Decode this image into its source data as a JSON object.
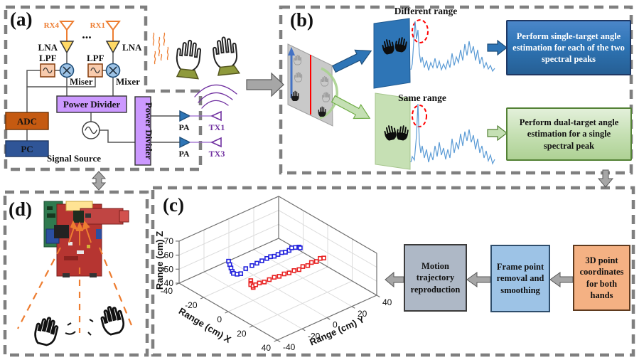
{
  "panel_a": {
    "label": "(a)",
    "rx4": "RX4",
    "rx1": "RX1",
    "dots": "...",
    "lna": "LNA",
    "lpf": "LPF",
    "mixer_left": "Miser",
    "mixer_right": "Mixer",
    "power_divider": "Power Divider",
    "power_divider_vertical": "Power Divider",
    "adc": "ADC",
    "pc": "PC",
    "signal_source": "Signal Source",
    "pa": "PA",
    "tx1": "TX1",
    "tx3": "TX3"
  },
  "panel_b": {
    "label": "(b)",
    "different_range_label": "Different range",
    "same_range_label": "Same range",
    "single_target_box": "Perform single-target angle estimation for each of the two spectral peaks",
    "dual_target_box": "Perform dual-target angle estimation for a single spectral peak"
  },
  "panel_c": {
    "label": "(c)",
    "flow_boxes": [
      {
        "id": "motion-trajectory",
        "label": "Motion trajectory reproduction",
        "color": "#aeb8c6"
      },
      {
        "id": "frame-point",
        "label": "Frame point removal and smoothing",
        "color": "#9dc3e6"
      },
      {
        "id": "point-coordinates",
        "label": "3D point coordinates for both hands",
        "color": "#f4b183"
      }
    ]
  },
  "panel_d": {
    "label": "(d)"
  },
  "chart_data": {
    "type": "scatter",
    "projection": "3d",
    "title": "",
    "xlabel": "Range (cm) X",
    "ylabel": "Range (cm) Y",
    "zlabel": "Range (cm) Z",
    "xlim": [
      -40,
      40
    ],
    "ylim": [
      -40,
      40
    ],
    "zlim": [
      40,
      70
    ],
    "xticks": [
      -40,
      -20,
      0,
      20,
      40
    ],
    "yticks": [
      -40,
      -20,
      0,
      20,
      40
    ],
    "zticks": [
      40,
      50,
      60,
      70
    ],
    "grid": true,
    "series": [
      {
        "name": "hand-1-trajectory",
        "color": "#2222DD",
        "marker": "open-square",
        "points": [
          [
            -22,
            -18,
            56
          ],
          [
            -20,
            -19,
            55
          ],
          [
            -18,
            -20,
            54
          ],
          [
            -16,
            -21,
            53
          ],
          [
            -14,
            -22,
            53
          ],
          [
            -12,
            -21,
            53
          ],
          [
            -10,
            -20,
            54
          ],
          [
            -10,
            -16,
            56
          ],
          [
            -8,
            -13,
            58
          ],
          [
            -7,
            -10,
            59
          ],
          [
            -6,
            -7,
            60
          ],
          [
            -5,
            -4,
            61
          ],
          [
            -4,
            -2,
            62
          ],
          [
            -3,
            0,
            62
          ],
          [
            -2,
            2,
            63
          ],
          [
            -1,
            4,
            64
          ],
          [
            0,
            6,
            64
          ],
          [
            1,
            8,
            65
          ],
          [
            1,
            10,
            66
          ],
          [
            2,
            12,
            66
          ],
          [
            3,
            14,
            66
          ],
          [
            3,
            15,
            65
          ]
        ]
      },
      {
        "name": "hand-2-trajectory",
        "color": "#E82222",
        "marker": "open-square",
        "points": [
          [
            -12,
            -10,
            44
          ],
          [
            -11,
            -11,
            43
          ],
          [
            -10,
            -12,
            43
          ],
          [
            -9,
            -11,
            42
          ],
          [
            -8,
            -12,
            42
          ],
          [
            -8,
            -12,
            43
          ],
          [
            -7,
            -11,
            44
          ],
          [
            -6,
            -9,
            45
          ],
          [
            -5,
            -6,
            45
          ],
          [
            -4,
            -3,
            46
          ],
          [
            -3,
            0,
            47
          ],
          [
            -2,
            3,
            47
          ],
          [
            -1,
            6,
            48
          ],
          [
            0,
            9,
            48
          ],
          [
            1,
            12,
            49
          ],
          [
            2,
            15,
            49
          ],
          [
            2,
            18,
            50
          ],
          [
            3,
            21,
            50
          ],
          [
            3,
            24,
            51
          ],
          [
            4,
            27,
            51
          ],
          [
            4,
            30,
            52
          ],
          [
            5,
            32,
            52
          ]
        ]
      }
    ]
  },
  "colors": {
    "dashed_border": "#7F7F7F",
    "orange_accent": "#ED7D31",
    "purple_accent": "#7030A0",
    "power_divider_fill": "#CC99FF",
    "adc_fill": "#C55A11",
    "pc_fill": "#2F5597",
    "lna_fill": "#FFD966",
    "lpf_fill": "#F8CBAD",
    "mixer_fill": "#9DC3E6",
    "pa_fill": "#2E75B6",
    "blue_theme": "#2E75B6",
    "green_theme": "#C6E0B4",
    "waveform": "#5B9BD5",
    "gray_arrow": "#A6A6A6",
    "highlight_ellipse": "#FF0000"
  }
}
